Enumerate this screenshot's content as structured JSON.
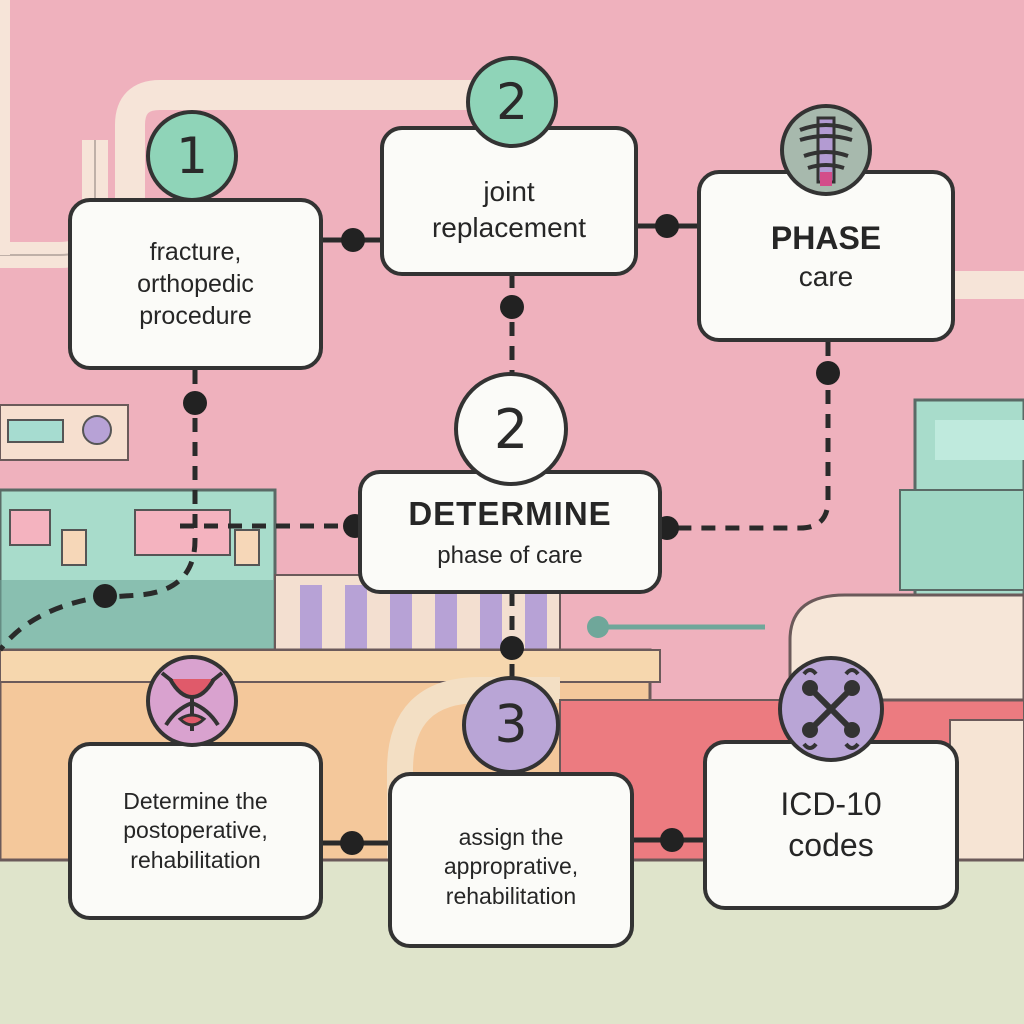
{
  "steps": [
    {
      "number": "1",
      "lines": [
        "fracture,",
        "orthopedic",
        "procedure"
      ]
    },
    {
      "number": "2",
      "lines": [
        "joint",
        "replacement"
      ]
    },
    {
      "title": "PHASE",
      "subtitle": "care"
    },
    {
      "number": "2",
      "title": "DETERMINE",
      "subtitle": "phase of care"
    },
    {
      "lines": [
        "Determine the",
        "postoperative,",
        "rehabilitation"
      ]
    },
    {
      "number": "3",
      "lines": [
        "assign the",
        "approprative,",
        "rehabilitation"
      ]
    },
    {
      "lines": [
        "ICD-10",
        "codes"
      ]
    }
  ],
  "icons": [
    "spine-icon",
    "anatomy-icon",
    "joint-icon"
  ],
  "colors": {
    "background": "#efb1bd",
    "mint": "#8fd4b8",
    "lavender": "#b9a5d6",
    "outline": "#333333",
    "box": "#fbfbf8"
  }
}
